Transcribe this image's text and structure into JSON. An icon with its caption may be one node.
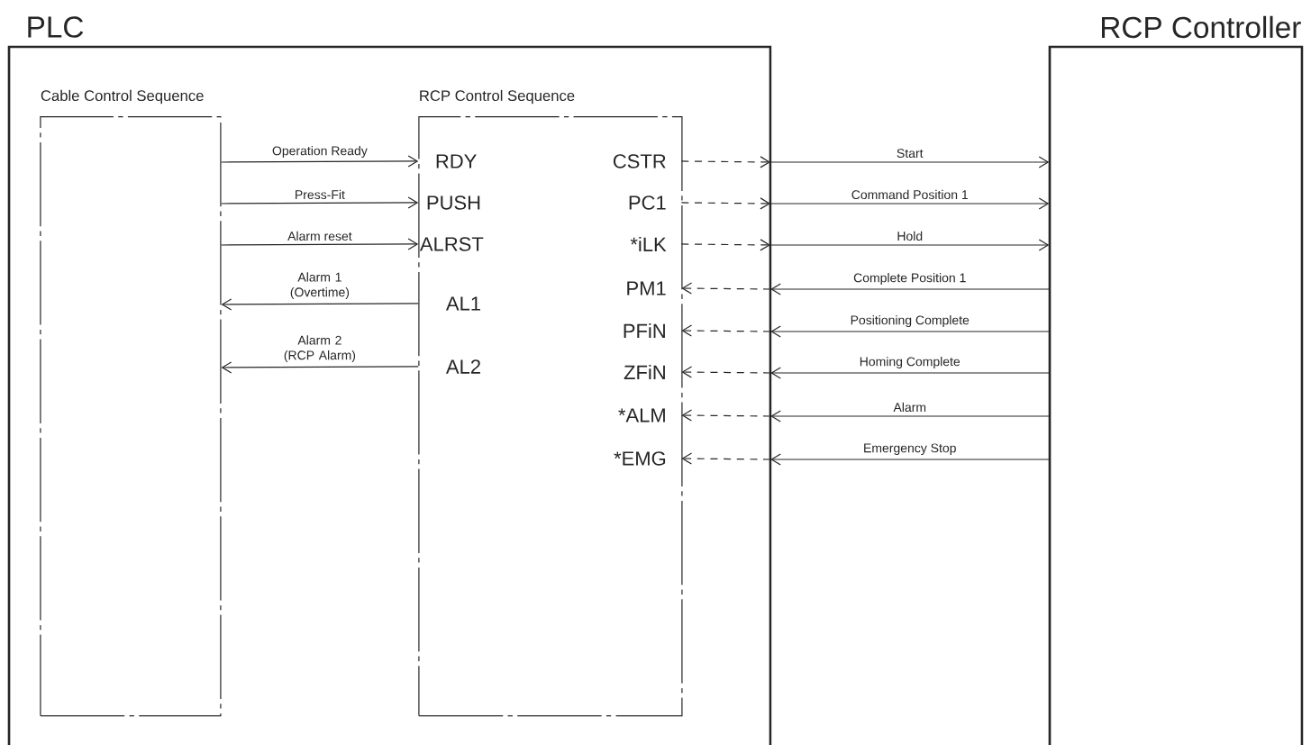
{
  "diagram": {
    "nodes": [
      {
        "text": [
          "PLC"
        ]
      },
      {
        "text": [
          "Cable Control Sequence"
        ],
        "in": 0
      },
      {
        "text": [
          "RCP Control Sequence"
        ],
        "in": 0
      },
      {
        "text": [
          "RDY"
        ],
        "in": 2
      },
      {
        "text": [
          "PUSH"
        ],
        "in": 2
      },
      {
        "text": [
          "ALRST"
        ],
        "in": 2
      },
      {
        "text": [
          "AL1"
        ],
        "in": 2
      },
      {
        "text": [
          "AL2"
        ],
        "in": 2
      },
      {
        "text": [
          "CSTR"
        ],
        "in": 2
      },
      {
        "text": [
          "PC1"
        ],
        "in": 2
      },
      {
        "text": [
          "*iLK"
        ],
        "in": 2
      },
      {
        "text": [
          "PM1"
        ],
        "in": 2
      },
      {
        "text": [
          "PFiN"
        ],
        "in": 2
      },
      {
        "text": [
          "ZFiN"
        ],
        "in": 2
      },
      {
        "text": [
          "*ALM"
        ],
        "in": 2
      },
      {
        "text": [
          "*EMG"
        ],
        "in": 2
      },
      {
        "text": [
          "RCP Controller"
        ]
      }
    ],
    "edges": [
      {
        "from": 1,
        "to": 3,
        "arrow": "to",
        "label": "Operation Ready"
      },
      {
        "from": 1,
        "to": 4,
        "arrow": "to",
        "label": "Press-Fit"
      },
      {
        "from": 1,
        "to": 5,
        "arrow": "to",
        "label": "Alarm reset"
      },
      {
        "from": 6,
        "to": 1,
        "arrow": "to",
        "label": "Alarm 1 (Overtime)"
      },
      {
        "from": 7,
        "to": 1,
        "arrow": "to",
        "label": "Alarm 2 (RCP Alarm)"
      },
      {
        "from": 8,
        "to": 0,
        "arrow": "to",
        "style": "dashed"
      },
      {
        "from": 0,
        "to": 16,
        "arrow": "to",
        "label": "Start"
      },
      {
        "from": 9,
        "to": 0,
        "arrow": "to",
        "style": "dashed"
      },
      {
        "from": 0,
        "to": 16,
        "arrow": "to",
        "label": "Command Position 1"
      },
      {
        "from": 10,
        "to": 0,
        "arrow": "to",
        "style": "dashed"
      },
      {
        "from": 0,
        "to": 16,
        "arrow": "to",
        "label": "Hold"
      },
      {
        "from": 16,
        "to": 0,
        "arrow": "to",
        "label": "Complete Position 1"
      },
      {
        "from": 0,
        "to": 11,
        "arrow": "to",
        "style": "dashed"
      },
      {
        "from": 16,
        "to": 0,
        "arrow": "to",
        "label": "Positioning Complete"
      },
      {
        "from": 0,
        "to": 12,
        "arrow": "to",
        "style": "dashed"
      },
      {
        "from": 16,
        "to": 0,
        "arrow": "to",
        "label": "Homing Complete"
      },
      {
        "from": 0,
        "to": 13,
        "arrow": "to",
        "style": "dashed"
      },
      {
        "from": 16,
        "to": 0,
        "arrow": "to",
        "label": "Alarm"
      },
      {
        "from": 0,
        "to": 14,
        "arrow": "to",
        "style": "dashed"
      },
      {
        "from": 16,
        "to": 0,
        "arrow": "to",
        "label": "Emergency Stop"
      },
      {
        "from": 0,
        "to": 15,
        "arrow": "to",
        "style": "dashed"
      }
    ]
  }
}
